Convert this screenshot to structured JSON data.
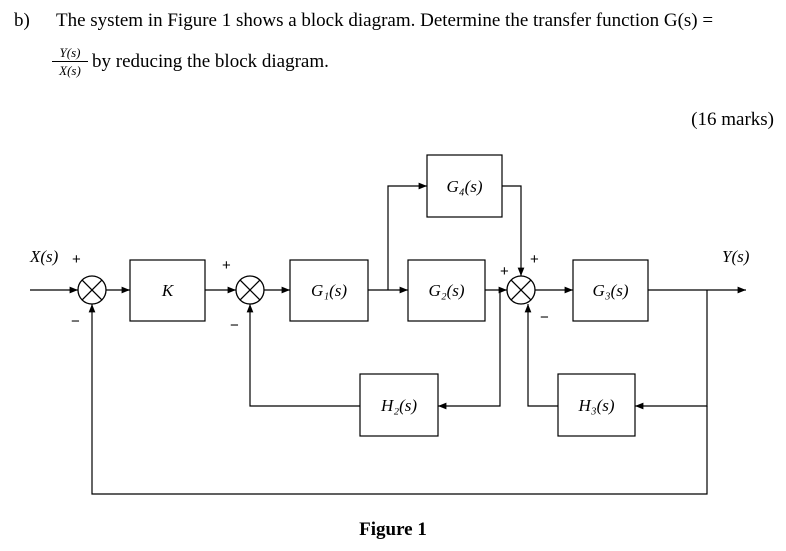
{
  "question": {
    "label": "b)",
    "line1": "The system in Figure 1 shows a block diagram. Determine the transfer function G(s) =",
    "fraction_num": "Y(s)",
    "fraction_den": "X(s)",
    "line2": "by reducing the block diagram.",
    "marks": "(16 marks)"
  },
  "diagram": {
    "input_label": "X(s)",
    "output_label": "Y(s)",
    "blocks": {
      "k": "K",
      "g1": "G₁(s)",
      "g2": "G₂(s)",
      "g3": "G₃(s)",
      "g4": "G₄(s)",
      "h2": "H₂(s)",
      "h3": "H₃(s)"
    },
    "signs": {
      "sj1_plus": "+",
      "sj1_minus": "−",
      "sj2_plus": "+",
      "sj2_minus": "−",
      "sj3_plus_left": "+",
      "sj3_plus_top": "+",
      "sj3_minus": "−"
    },
    "caption": "Figure 1"
  }
}
